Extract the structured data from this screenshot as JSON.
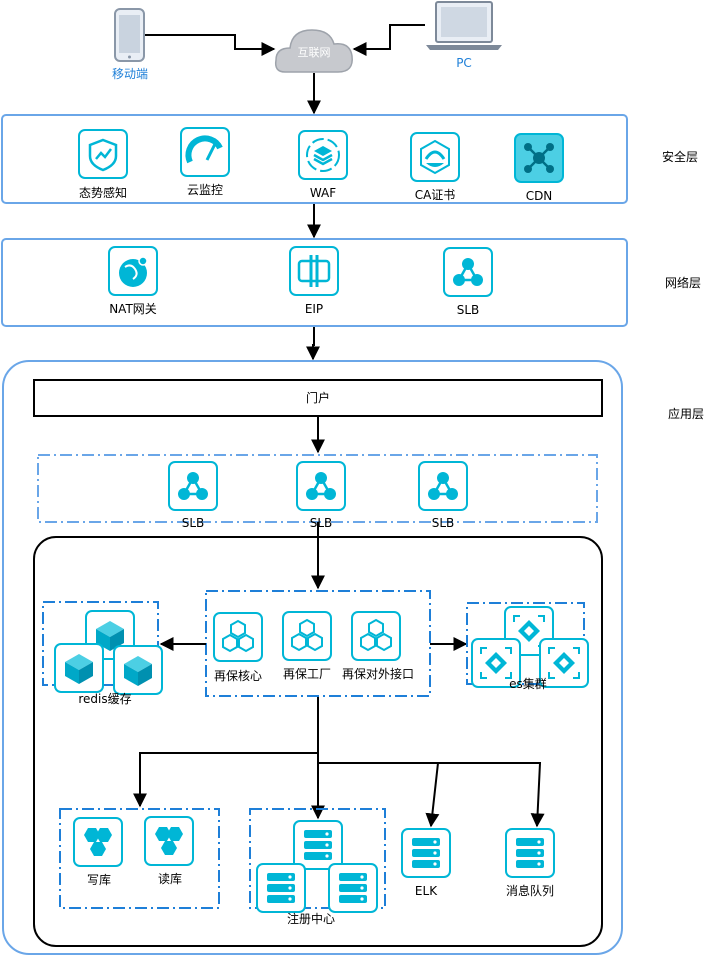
{
  "clients": {
    "mobile": "移动端",
    "internet": "互联网",
    "pc": "PC"
  },
  "layers": {
    "security": "安全层",
    "network": "网络层",
    "application": "应用层"
  },
  "security_items": [
    "态势感知",
    "云监控",
    "WAF",
    "CA证书",
    "CDN"
  ],
  "network_items": [
    "NAT网关",
    "EIP",
    "SLB"
  ],
  "portal": "门户",
  "slb_row": [
    "SLB",
    "SLB",
    "SLB"
  ],
  "services": [
    "再保核心",
    "再保工厂",
    "再保对外接口"
  ],
  "redis": "redis缓存",
  "es": "es集群",
  "db": {
    "write": "写库",
    "read": "读库"
  },
  "registry": "注册中心",
  "elk": "ELK",
  "mq": "消息队列",
  "colors": {
    "frame": "#6aa6e8",
    "icon": "#00b6d6",
    "text_blue": "#1e7fd8",
    "cloud": "#c7c9ce"
  }
}
